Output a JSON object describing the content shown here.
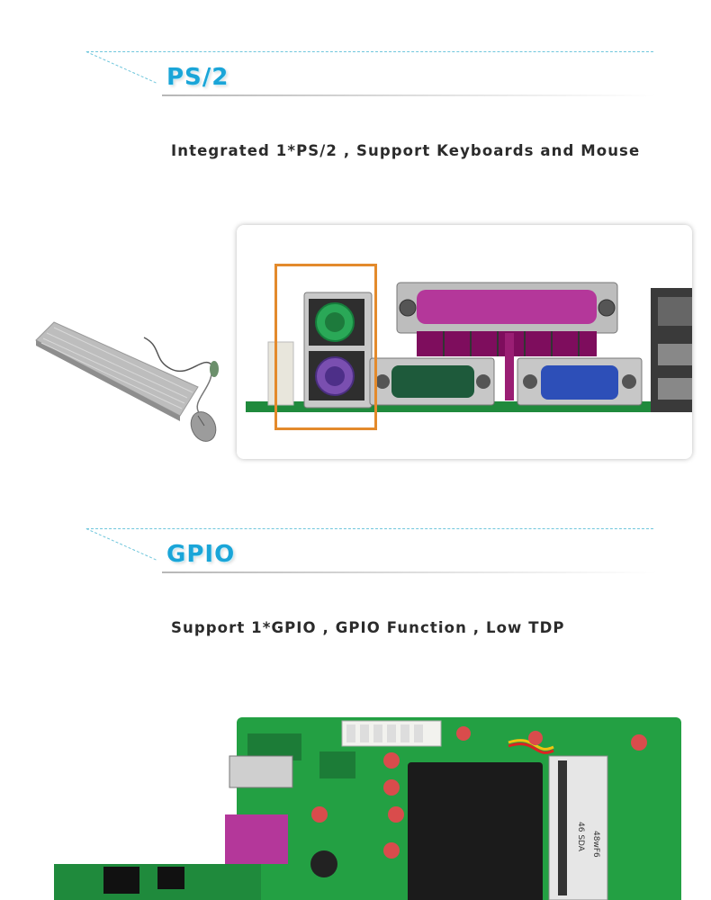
{
  "sections": [
    {
      "title": "PS/2",
      "caption": "Integrated 1*PS/2 , Support Keyboards and Mouse"
    },
    {
      "title": "GPIO",
      "caption": "Support 1*GPIO , GPIO Function , Low TDP"
    }
  ],
  "board_text": {
    "a": "46 SDA",
    "b": "48wF6"
  },
  "colors": {
    "accent": "#1aa5d8",
    "highlight_box": "#e38a2c",
    "ps2_keyboard": "#7a4fb0",
    "ps2_mouse": "#2aa857",
    "pcb_green": "#1f8a3c",
    "parallel_port": "#b4379a",
    "vga_port": "#2d4fb8"
  },
  "icons": [
    "keyboard-icon",
    "mouse-icon",
    "ps2-port-icon",
    "motherboard-image"
  ]
}
